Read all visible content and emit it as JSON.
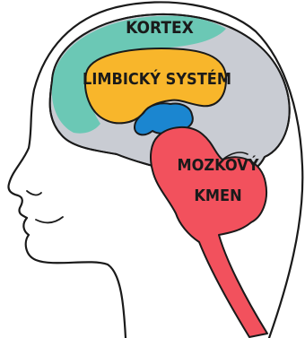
{
  "labels": {
    "cortex": "KORTEX",
    "limbic": "LIMBICKÝ SYSTÉM",
    "brainstem_line1": "MOZKOVÝ",
    "brainstem_line2": "KMEN"
  },
  "colors": {
    "cortex": "#6bc8b5",
    "brain_gray": "#c9ccd3",
    "limbic": "#f8b62b",
    "core": "#1b86d0",
    "brainstem": "#f2515d",
    "outline": "#1a1a1a",
    "background": "#ffffff"
  }
}
